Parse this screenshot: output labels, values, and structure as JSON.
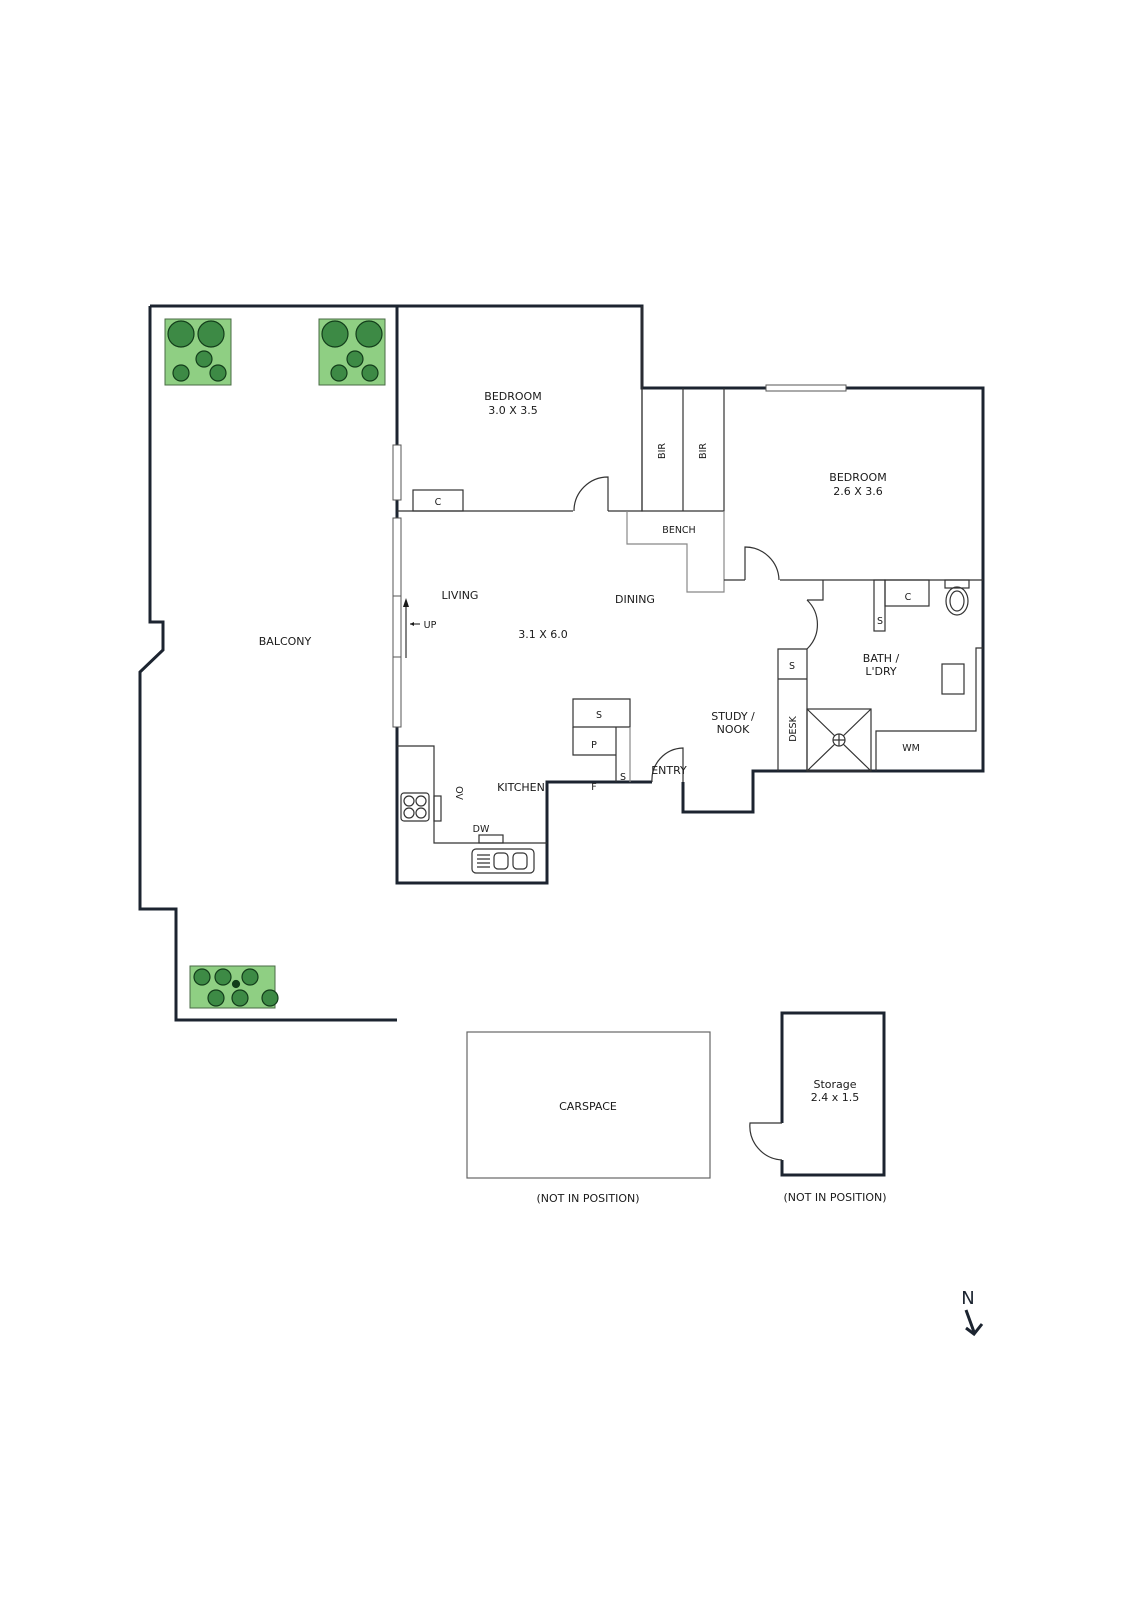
{
  "rooms": {
    "bedroom1": {
      "name": "BEDROOM",
      "size": "3.0 X 3.5"
    },
    "bedroom2": {
      "name": "BEDROOM",
      "size": "2.6 X 3.6"
    },
    "balcony": {
      "name": "BALCONY"
    },
    "living": {
      "name": "LIVING"
    },
    "dining": {
      "name": "DINING"
    },
    "living_dining_size": "3.1 X 6.0",
    "kitchen": {
      "name": "KITCHEN"
    },
    "entry": {
      "name": "ENTRY"
    },
    "study": {
      "name_line1": "STUDY /",
      "name_line2": "NOOK"
    },
    "bath": {
      "name_line1": "BATH /",
      "name_line2": "L'DRY"
    },
    "carspace": {
      "name": "CARSPACE",
      "note": "(NOT IN POSITION)"
    },
    "storage": {
      "name": "Storage",
      "size": "2.4 x 1.5",
      "note": "(NOT IN POSITION)"
    }
  },
  "fixtures": {
    "bir1": "BIR",
    "bir2": "BIR",
    "bench": "BENCH",
    "cupboard_bed": "C",
    "cupboard_bath": "C",
    "shelf_bath": "S",
    "shelf_study": "S",
    "desk": "DESK",
    "wm": "WM",
    "oven": "OV",
    "dw": "DW",
    "shelf_kitchen_top": "S",
    "pantry": "P",
    "fridge": "F",
    "shelf_kitchen_side": "S",
    "stairs_up": "UP"
  },
  "compass": {
    "label": "N"
  },
  "colors": {
    "wall": "#1c2430",
    "planter": "#8fcf83",
    "tree": "#3d8a45"
  }
}
